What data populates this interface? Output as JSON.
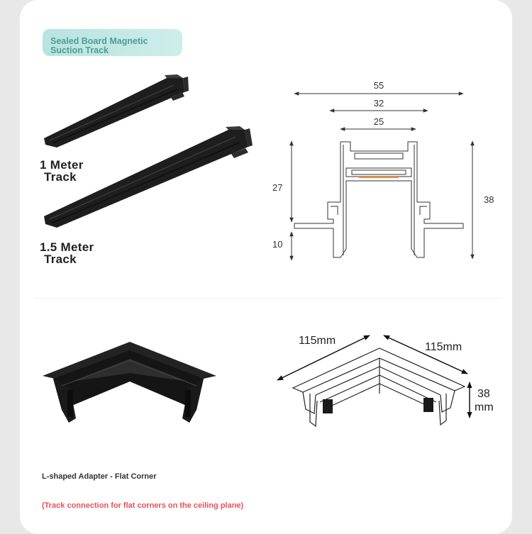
{
  "badge": {
    "title": "Sealed Board Magnetic Suction Track"
  },
  "tracks": [
    {
      "label": "1 Meter Track"
    },
    {
      "label": "1.5 Meter Track"
    }
  ],
  "profile_dimensions": {
    "width_outer": "55",
    "width_middle": "32",
    "width_inner": "25",
    "height_upper": "27",
    "height_lower": "10",
    "height_total": "38"
  },
  "corner_dimensions": {
    "arm_left": "115mm",
    "arm_right": "115mm",
    "height": "38 mm"
  },
  "caption": "L-shaped Adapter - Flat Corner",
  "note": "(Track connection for flat corners on the ceiling plane)",
  "colors": {
    "accent": "#4f9d95",
    "badge_bg": "#c4ebe6",
    "note": "#e8505b",
    "product": "#1c1c1c"
  }
}
